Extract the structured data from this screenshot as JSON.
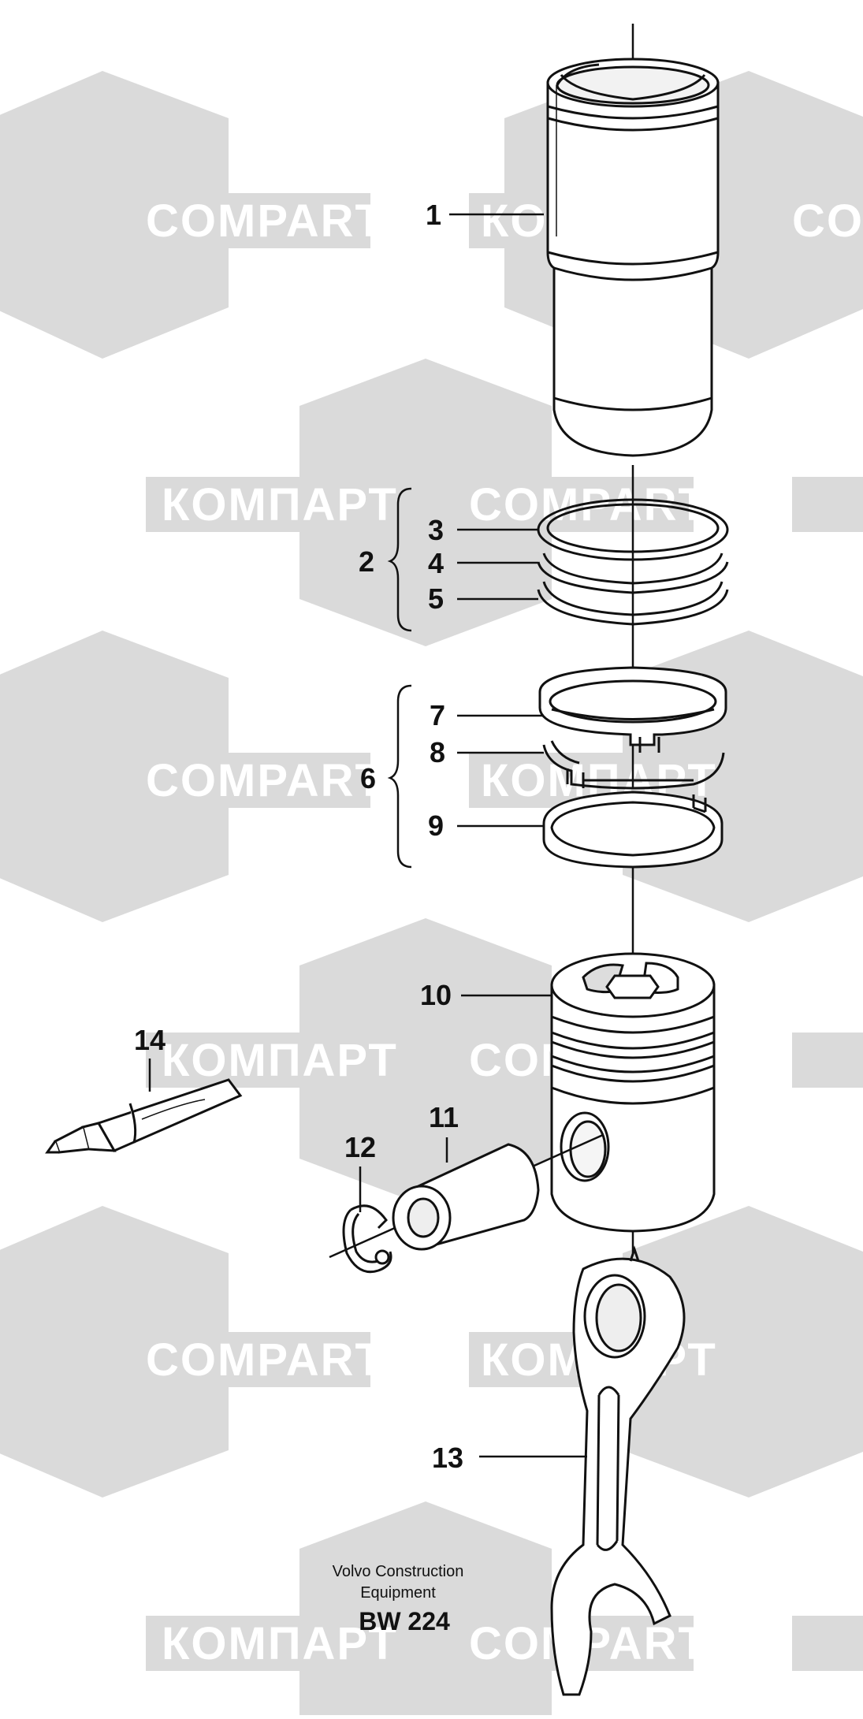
{
  "watermark": {
    "brand": "COMPART",
    "brand_alt": "КОМПАРТ"
  },
  "callouts": {
    "c1": "1",
    "c2": "2",
    "c3": "3",
    "c4": "4",
    "c5": "5",
    "c6": "6",
    "c7": "7",
    "c8": "8",
    "c9": "9",
    "c10": "10",
    "c11": "11",
    "c12": "12",
    "c13": "13",
    "c14": "14"
  },
  "footer": {
    "line1": "Volvo Construction",
    "line2": "Equipment",
    "code": "BW 224"
  },
  "colors": {
    "watermark": "#d9d9d9",
    "line": "#111111"
  }
}
